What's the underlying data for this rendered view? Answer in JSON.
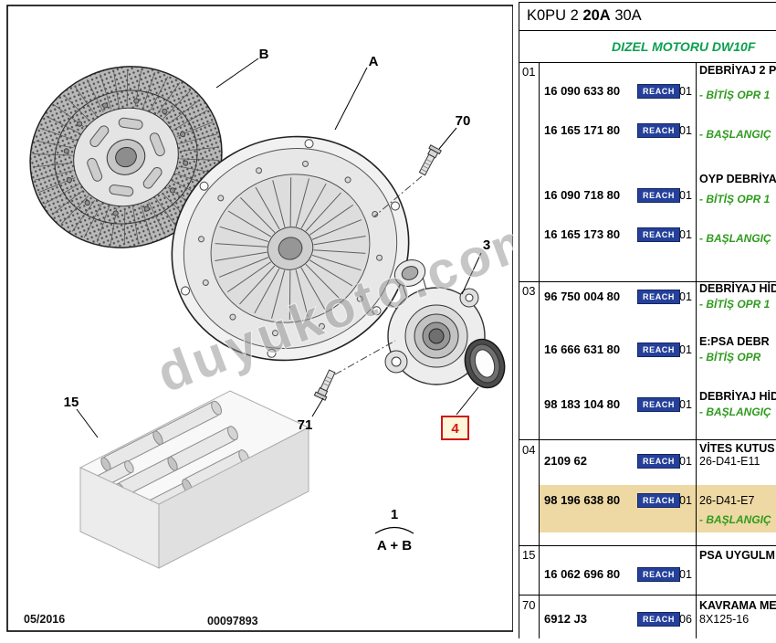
{
  "colors": {
    "reach_badge_blue": "#24409a",
    "note_green": "#2f9b1e",
    "subtitle_green": "#0aa04f",
    "highlight_tan": "#eed9a4",
    "callout_red": "#cf1717",
    "callout_bg": "#fdf6d8"
  },
  "diagram": {
    "labels": {
      "disc": "B",
      "cover": "A",
      "bolt_upper": "70",
      "bearing": "3",
      "seal": "4",
      "bolt_lower": "71",
      "pin_set": "15",
      "kit": "1",
      "kit_formula": "A + B"
    },
    "footer": {
      "date": "05/2016",
      "doc_number": "00097893"
    },
    "watermark": "duyukoto.com"
  },
  "table": {
    "title_row": {
      "prefix": "K0PU 2 ",
      "bold": "20A",
      "suffix": " 30A"
    },
    "subtitle": "DIZEL MOTORU DW10F",
    "reach": "REACH",
    "groups": [
      {
        "ref": "01",
        "items": [
          {
            "title": "DEBRİYAJ 2 P"
          },
          {
            "part": "16 090 633 80",
            "qty": "01",
            "note": "- BİTİŞ OPR 1"
          },
          {
            "part": "16 165 171 80",
            "qty": "01",
            "note": "- BAŞLANGIÇ"
          },
          {
            "title": "OYP DEBRİYA"
          },
          {
            "part": "16 090 718 80",
            "qty": "01",
            "note": "- BİTİŞ OPR 1"
          },
          {
            "part": "16 165 173 80",
            "qty": "01",
            "note": "- BAŞLANGIÇ"
          }
        ]
      },
      {
        "ref": "03",
        "items": [
          {
            "part": "96 750 004 80",
            "qty": "01",
            "title": "DEBRİYAJ HİD",
            "note": "- BİTİŞ OPR 1"
          },
          {
            "part": "16 666 631 80",
            "qty": "01",
            "title": "E:PSA DEBR",
            "note": "- BİTİŞ OPR"
          },
          {
            "part": "98 183 104 80",
            "qty": "01",
            "title": "DEBRİYAJ HİD",
            "note": "- BAŞLANGIÇ"
          }
        ]
      },
      {
        "ref": "04",
        "items": [
          {
            "title": "VİTES KUTUS"
          },
          {
            "part": "2109 62",
            "qty": "01",
            "desc": "26-D41-E11"
          },
          {
            "part": "98 196 638 80",
            "qty": "01",
            "desc": "26-D41-E7",
            "note": "- BAŞLANGIÇ",
            "highlight": true
          }
        ]
      },
      {
        "ref": "15",
        "items": [
          {
            "title": "PSA UYGULM"
          },
          {
            "part": "16 062 696 80",
            "qty": "01"
          }
        ]
      },
      {
        "ref": "70",
        "items": [
          {
            "title": "KAVRAMA ME"
          },
          {
            "part": "6912 J3",
            "qty": "06",
            "desc": "8X125-16"
          }
        ]
      }
    ]
  }
}
